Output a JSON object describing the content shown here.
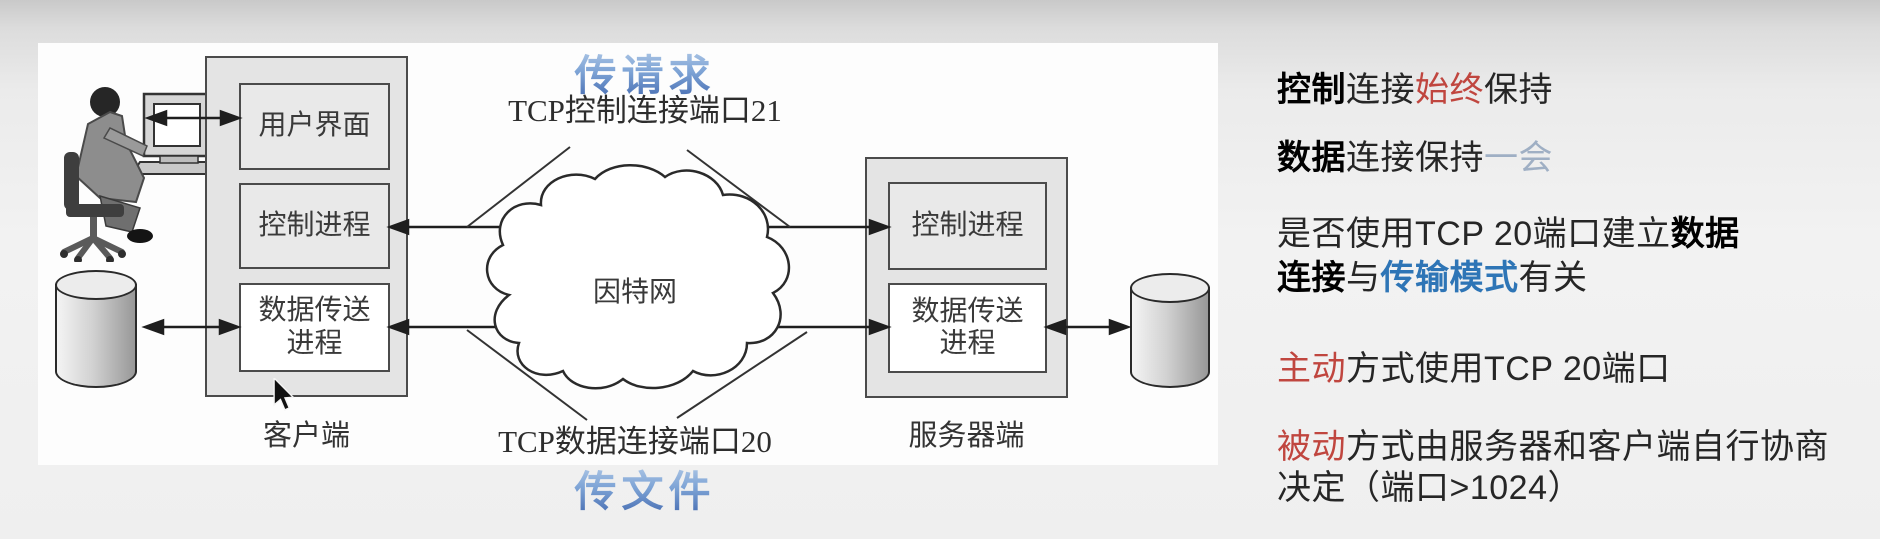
{
  "diagram": {
    "flow_top_label": "传请求",
    "control_port_label": "TCP控制连接端口21",
    "data_port_label": "TCP数据连接端口20",
    "flow_bottom_label": "传文件",
    "internet_label": "因特网",
    "client": {
      "title": "客户端",
      "ui_box": "用户界面",
      "control_box": "控制进程",
      "data_box": "数据传送进程"
    },
    "server": {
      "title": "服务器端",
      "control_box": "控制进程",
      "data_box": "数据传送进程"
    }
  },
  "notes": {
    "line1": {
      "s1": "控制",
      "s2": "连接",
      "s3": "始终",
      "s4": "保持"
    },
    "line2": {
      "s1": "数据",
      "s2": "连接保持",
      "s3": "一会"
    },
    "line3a": {
      "s1": "是否使用TCP 20端口建立",
      "s2": "数据"
    },
    "line3b": {
      "s1": "连接",
      "s2": "与",
      "s3": "传输模式",
      "s4": "有关"
    },
    "line4": {
      "s1": "主动",
      "s2": "方式使用TCP 20端口"
    },
    "line5a": {
      "s1": "被动",
      "s2": "方式由服务器和客户端自行协商"
    },
    "line5b": {
      "s1": "决定（端口>1024）"
    }
  },
  "colors": {
    "accent_red": "#c0463f",
    "accent_blue": "#2e75b6",
    "muted_blue": "#9fafc4",
    "title_blue": "#4a79bd"
  }
}
